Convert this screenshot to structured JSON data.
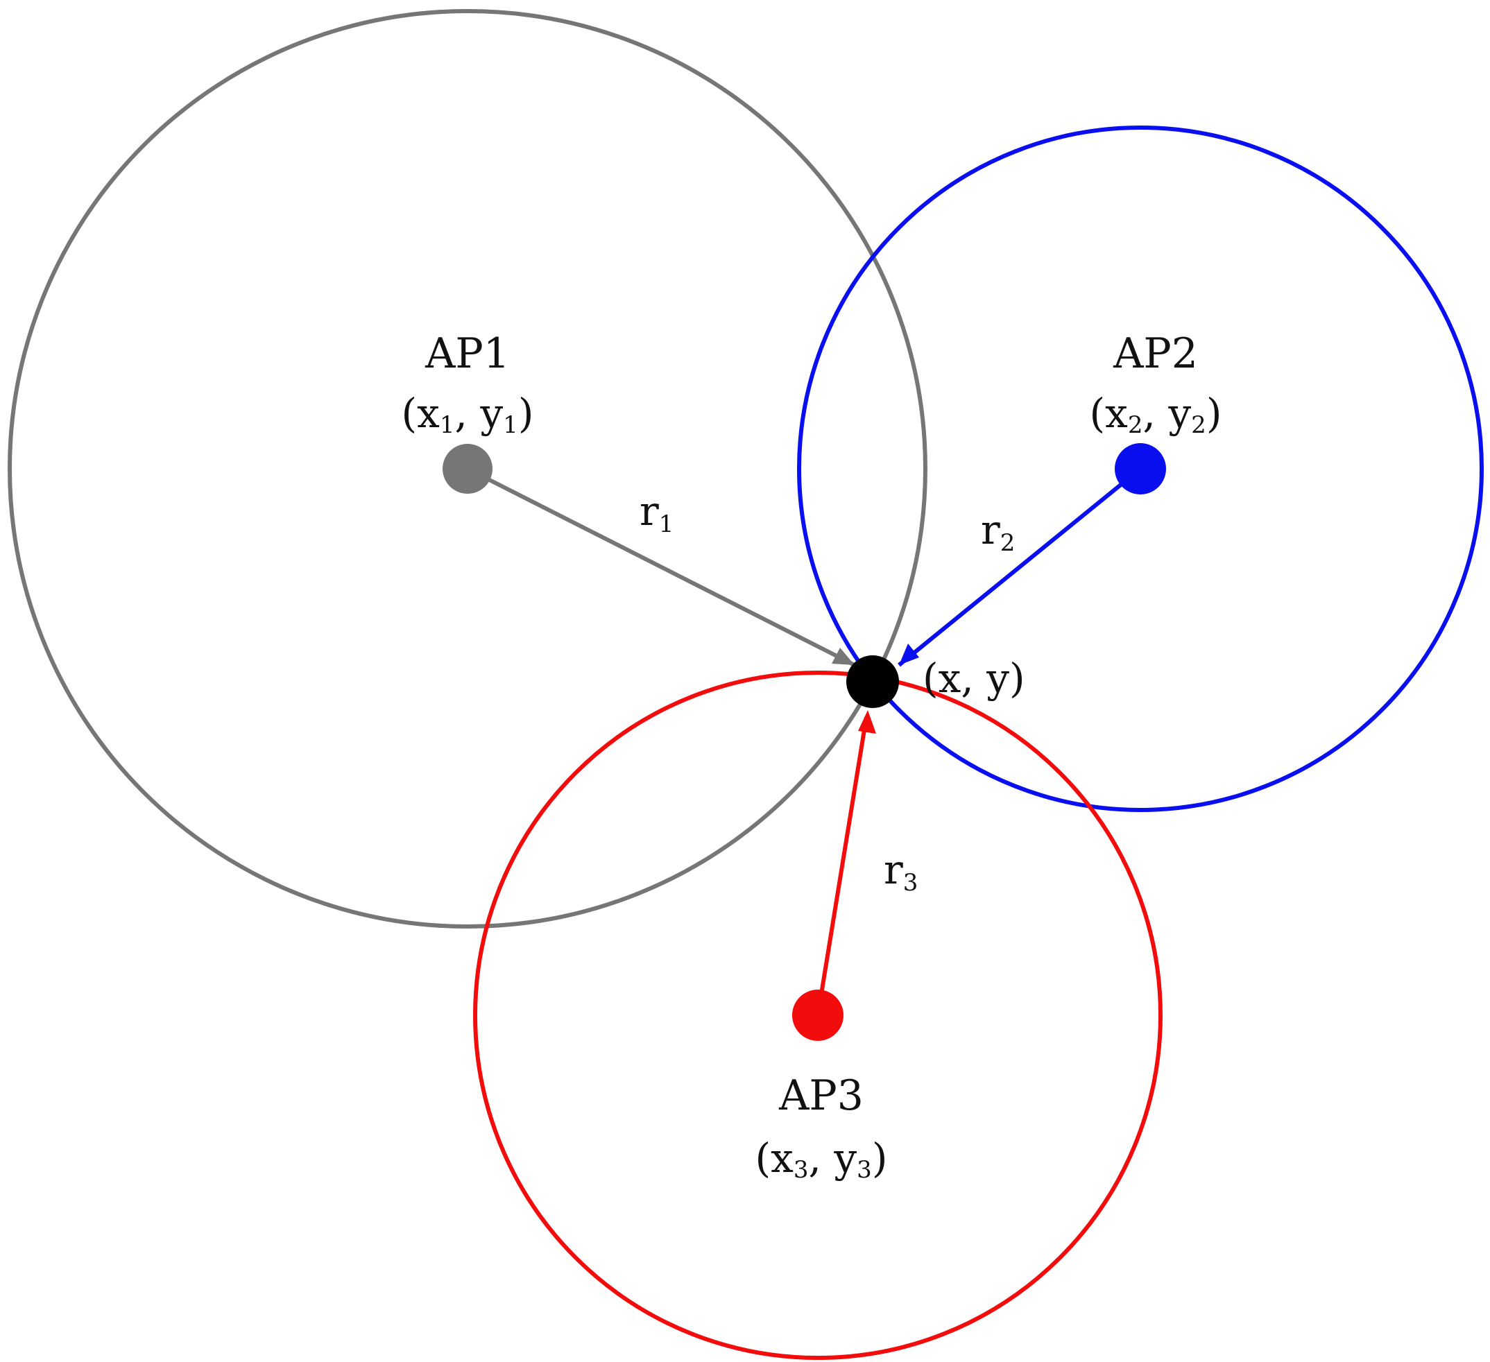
{
  "colors": {
    "ap1": "#767676",
    "ap2": "#0a0ff0",
    "ap3": "#f20c0c",
    "target": "#000000",
    "text": "#111111"
  },
  "access_points": [
    {
      "name": "AP1",
      "coord": {
        "open": "(x",
        "sub_x": "1",
        "mid": ", y",
        "sub_y": "1",
        "close": ")"
      },
      "radius_label": {
        "main": "r",
        "sub": "1"
      }
    },
    {
      "name": "AP2",
      "coord": {
        "open": "(x",
        "sub_x": "2",
        "mid": ", y",
        "sub_y": "2",
        "close": ")"
      },
      "radius_label": {
        "main": "r",
        "sub": "2"
      }
    },
    {
      "name": "AP3",
      "coord": {
        "open": "(x",
        "sub_x": "3",
        "mid": ", y",
        "sub_y": "3",
        "close": ")"
      },
      "radius_label": {
        "main": "r",
        "sub": "3"
      }
    }
  ],
  "target": {
    "label": "(x, y)"
  }
}
